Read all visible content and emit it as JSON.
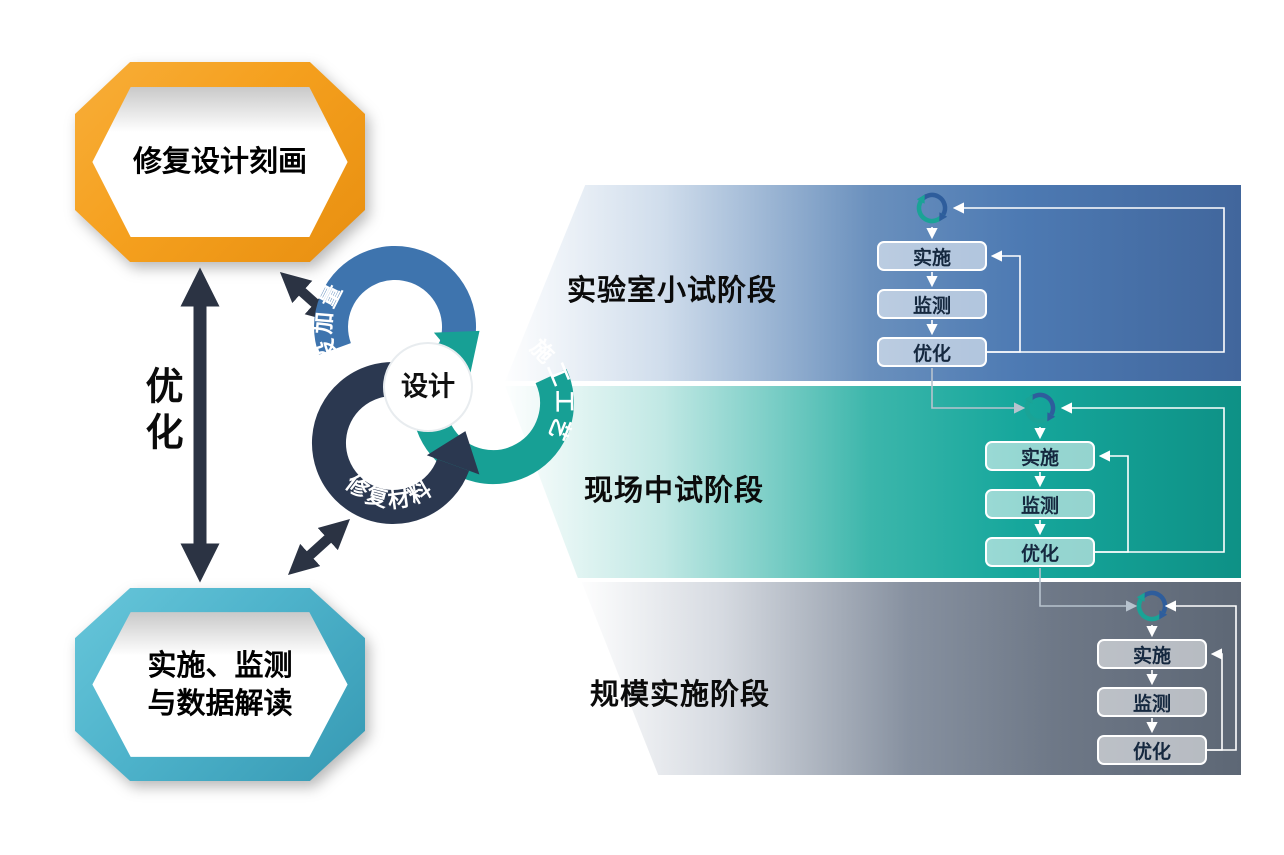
{
  "left_column": {
    "top_box": "修复设计刻画",
    "bottom_box": [
      "实施、监测",
      "与数据解读"
    ],
    "optimize": "优化"
  },
  "cycle": {
    "center": "设计",
    "labels": {
      "blue": "投加量",
      "teal": "施工工艺",
      "navy": "修复材料"
    }
  },
  "stages": [
    {
      "label": "实验室小试阶段",
      "steps": [
        "实施",
        "监测",
        "优化"
      ]
    },
    {
      "label": "现场中试阶段",
      "steps": [
        "实施",
        "监测",
        "优化"
      ]
    },
    {
      "label": "规模实施阶段",
      "steps": [
        "实施",
        "监测",
        "优化"
      ]
    }
  ],
  "icons": {
    "refresh_cycle": "two interlocking circular arrows (blue + teal)",
    "double_arrow": "thick dark double-headed arrow"
  },
  "colors": {
    "plaque_orange": "#F5A01E",
    "plaque_teal": "#4EB3CB",
    "arrow_navy": "#2B3343",
    "band_blue": "#4D7AB3",
    "band_teal": "#16A79C",
    "band_gray": "#6E7887",
    "ring_blue": "#3E74AE",
    "ring_teal": "#17A095",
    "ring_navy": "#2B3850"
  }
}
